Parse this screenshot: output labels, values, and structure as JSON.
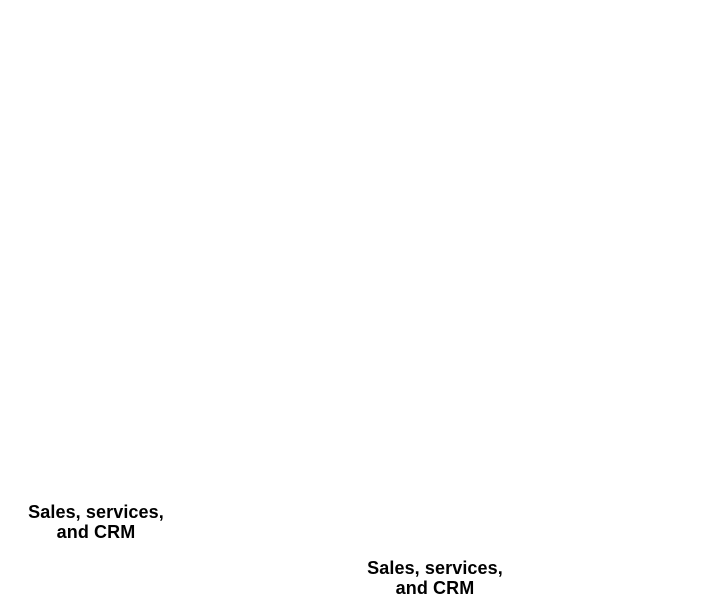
{
  "labels": [
    {
      "line1": "Sales, services,",
      "line2": "and CRM"
    },
    {
      "line1": "Sales, services,",
      "line2": "and CRM"
    }
  ]
}
